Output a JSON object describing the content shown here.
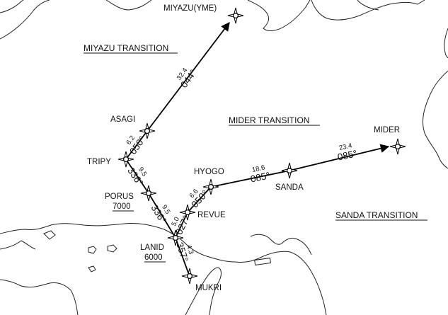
{
  "transitions": {
    "miyazu": "MIYAZU TRANSITION",
    "mider": "MIDER TRANSITION",
    "sanda": "SANDA TRANSITION"
  },
  "fixes": {
    "miyazu": "MIYAZU(YME)",
    "asagi": "ASAGI",
    "tripy": "TRIPY",
    "porus": "PORUS",
    "porus_alt": "7000",
    "lanid": "LANID",
    "lanid_alt": "6000",
    "revue": "REVUE",
    "hyogo": "HYOGO",
    "sanda": "SANDA",
    "mider": "MIDER",
    "mukri": "MUKRI"
  },
  "legs": {
    "asagi_miyazu": {
      "dist": "32.4",
      "course": "044°"
    },
    "tripy_asagi": {
      "dist": "6.2",
      "course": "050°"
    },
    "tripy_porus": {
      "dist": "9.5",
      "course": "336°"
    },
    "porus_lanid": {
      "dist": "9.5",
      "course": "336°"
    },
    "lanid_revue": {
      "dist": "5.0",
      "course": "027°"
    },
    "revue_hyogo": {
      "dist": "6.6",
      "course": "050°"
    },
    "hyogo_sanda": {
      "dist": "18.6",
      "course": "085°"
    },
    "sanda_mider": {
      "dist": "23.4",
      "course": "085°"
    },
    "lanid_mukri": {
      "dist": "4.3",
      "course": "357°"
    }
  }
}
